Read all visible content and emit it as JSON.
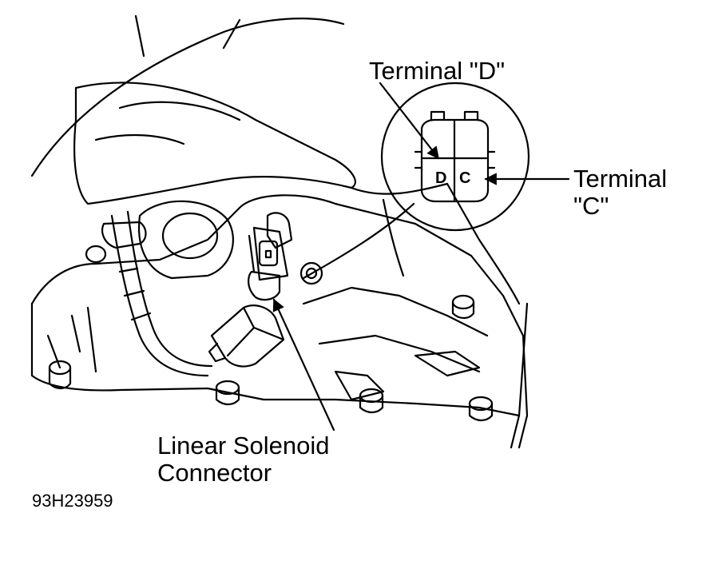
{
  "callouts": {
    "terminal_d": "Terminal \"D\"",
    "terminal_c_line1": "Terminal",
    "terminal_c_line2": "\"C\"",
    "connector_line1": "Linear Solenoid",
    "connector_line2": "Connector"
  },
  "connector_face": {
    "pin_d": "D",
    "pin_c": "C"
  },
  "figure_id": "93H23959"
}
